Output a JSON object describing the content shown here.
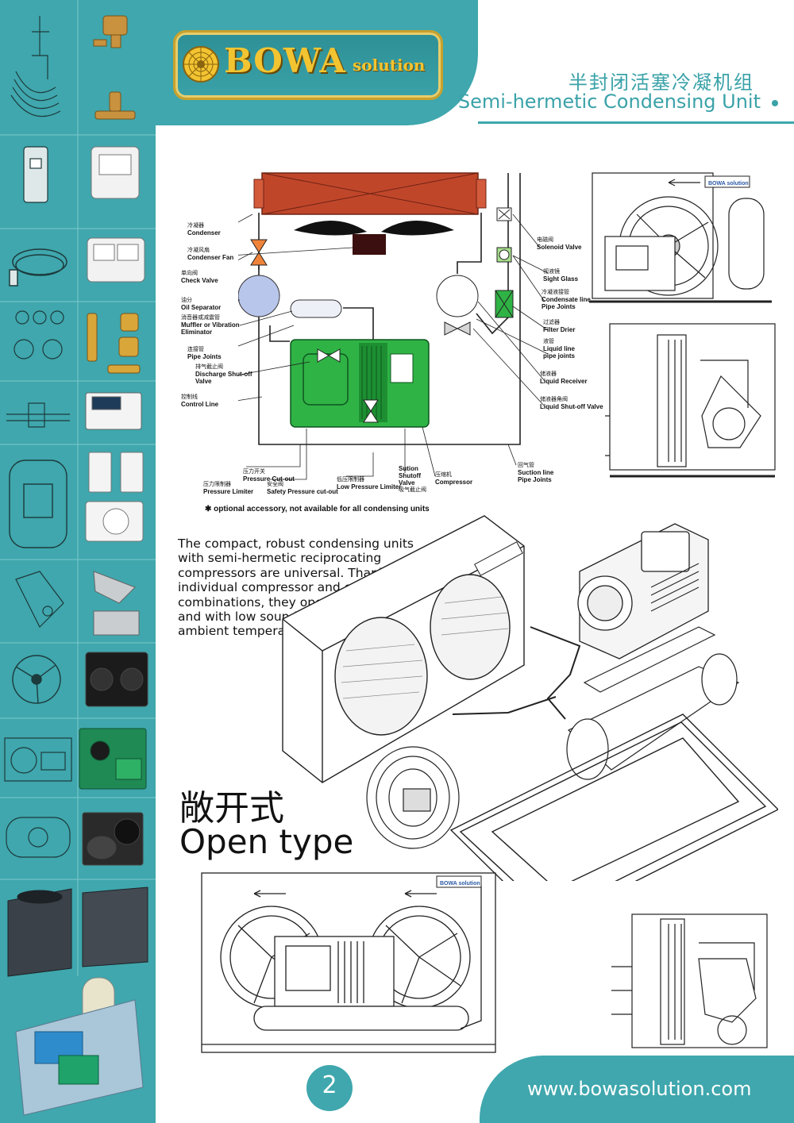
{
  "header": {
    "logo_text": "BOWA",
    "logo_sub": "solution",
    "title_cn": "半封闭活塞冷凝机组",
    "title_en": "Semi-hermetic Condensing Unit"
  },
  "schematic": {
    "labels": {
      "condenser": {
        "cn": "冷凝器",
        "en": "Condenser"
      },
      "condenser_fan": {
        "cn": "冷凝风扇",
        "en": "Condenser Fan"
      },
      "check_valve": {
        "cn": "单向阀",
        "en": "Check Valve"
      },
      "oil_separator": {
        "cn": "油分",
        "en": "Oil Separator"
      },
      "muffler": {
        "cn": "消音器或减震管",
        "en": "Muffler or Vibration",
        "en2": "Eliminator"
      },
      "pipe_joints": {
        "cn": "连接管",
        "en": "Pipe Joints"
      },
      "discharge_valve": {
        "cn": "排气截止阀",
        "en": "Discharge Shut-off",
        "en2": "Valve"
      },
      "control_line": {
        "cn": "控制线",
        "en": "Control Line"
      },
      "solenoid_valve": {
        "cn": "电磁阀",
        "en": "Solenoid Valve"
      },
      "sight_glass": {
        "cn": "视液镜",
        "en": "Sight Glass"
      },
      "condensate_line": {
        "cn": "冷凝液接管",
        "en": "Condensate line",
        "en2": "Pipe Joints"
      },
      "filter_drier": {
        "cn": "过滤器",
        "en": "Filter Drier"
      },
      "liquid_line": {
        "cn": "液管",
        "en": "Liquid line",
        "en2": "pipe joints"
      },
      "liquid_receiver": {
        "cn": "储液器",
        "en": "Liquid Receiver"
      },
      "liquid_shutoff": {
        "cn": "储液器角阀",
        "en": "Liquid Shut-off Valve"
      },
      "pressure_cutout": {
        "cn": "压力开关",
        "en": "Pressure Cut-out"
      },
      "pressure_limiter": {
        "cn": "压力限制器",
        "en": "Pressure Limiter"
      },
      "safety_cutout": {
        "cn": "安全阀",
        "en": "Safety Pressure cut-out"
      },
      "low_pressure": {
        "cn": "低压限制器",
        "en": "Low Pressure Limiter"
      },
      "suction_valve": {
        "en": "Sution",
        "en2": "Shutoff",
        "en3": "Valve",
        "cn": "吸气截止阀"
      },
      "compressor": {
        "cn": "压缩机",
        "en": "Compressor"
      },
      "suction_line": {
        "cn": "回气管",
        "en": "Suction line",
        "en2": "Pipe Joints"
      }
    },
    "optional_note": "optional accessory, not available for all condensing units"
  },
  "body": {
    "paragraph": "The compact, robust condensing units with semi-hermetic reciprocating compressors are universal. Thanks to individual compressor and condenser combinations, they operate optimally and with low sound levels even in high ambient temperatures.",
    "open_type_cn": "敞开式",
    "open_type_en": "Open type",
    "mini_logo": "BOWA solution"
  },
  "footer": {
    "page_number": "2",
    "website": "www.bowasolution.com"
  },
  "colors": {
    "teal": "#3fa7ad",
    "gold": "#f3c431",
    "condenser_red": "#c0462a",
    "compressor_green": "#2fb345",
    "oil_separator": "#b9c6ec"
  }
}
